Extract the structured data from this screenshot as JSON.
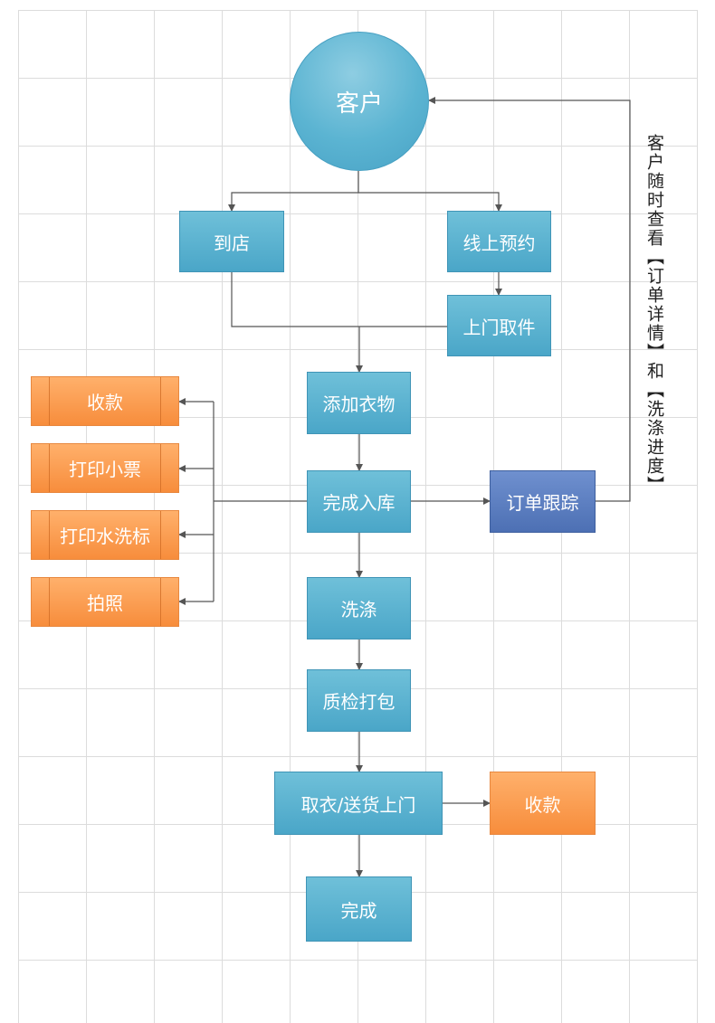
{
  "nodes": {
    "customer": "客户",
    "in_store": "到店",
    "online_booking": "线上预约",
    "door_pickup": "上门取件",
    "add_clothes": "添加衣物",
    "complete_storage": "完成入库",
    "order_tracking": "订单跟踪",
    "payment_1": "收款",
    "print_receipt": "打印小票",
    "print_wash_label": "打印水洗标",
    "photo": "拍照",
    "washing": "洗涤",
    "qc_packing": "质检打包",
    "pickup_delivery": "取衣/送货上门",
    "payment_2": "收款",
    "done": "完成"
  },
  "side_note": "客户随时查看【订单详情】和【洗涤进度】",
  "colors": {
    "process": "#4aa6c8",
    "tracking": "#4d70b4",
    "payment_action": "#f78d3c",
    "connector": "#555555",
    "grid": "#dcdcdc"
  }
}
